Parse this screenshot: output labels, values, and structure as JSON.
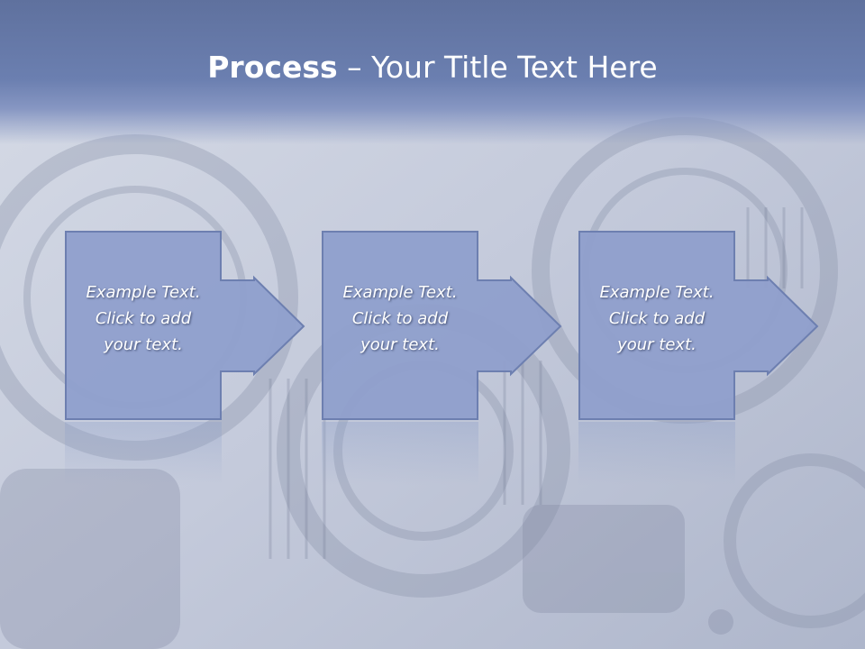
{
  "slide": {
    "title_bold": "Process",
    "title_separator": " – ",
    "title_rest": "Your Title Text Here"
  },
  "steps": [
    {
      "label": "Example Text.\nClick  to add\nyour text."
    },
    {
      "label": "Example Text.\nClick  to add\nyour text."
    },
    {
      "label": "Example Text.\nClick  to add\nyour text."
    }
  ],
  "colors": {
    "title_band": "#6b7fb0",
    "box_fill": "#8f9fcc",
    "box_border": "#6d7fb0",
    "text": "#ffffff"
  }
}
